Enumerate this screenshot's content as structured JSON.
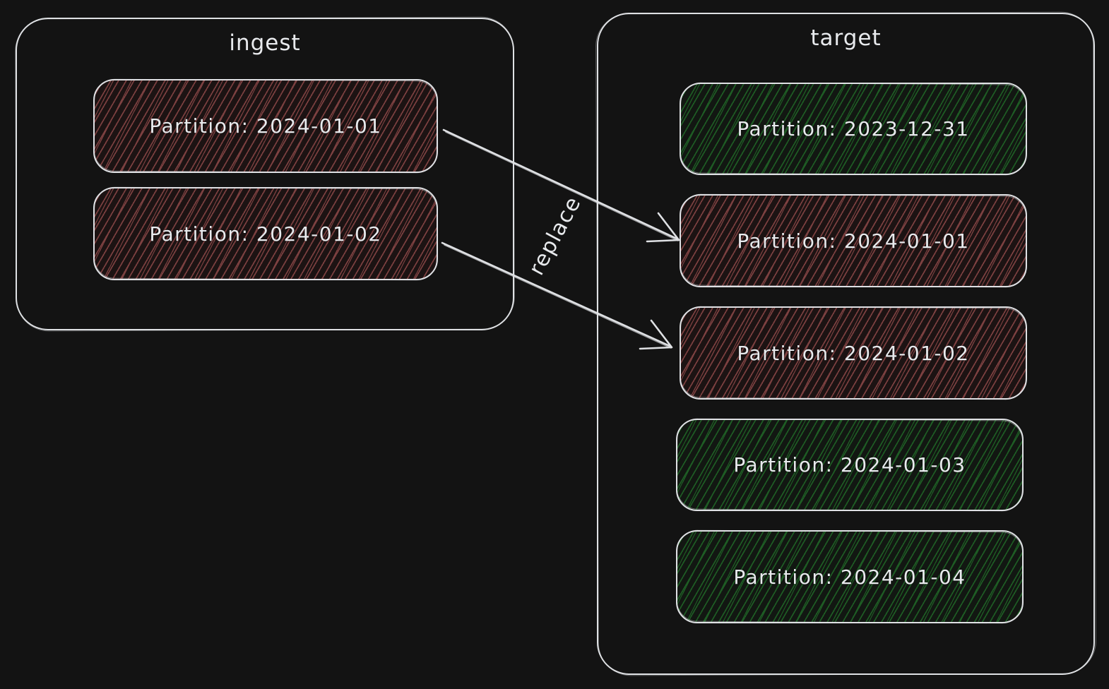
{
  "canvas": {
    "colors": {
      "background": "#131313",
      "stroke": "#dfe1e4",
      "text": "#e8eaed",
      "red_hatch": "#7c4040",
      "red_fill": "#1c1313",
      "green_hatch": "#1e5c24",
      "green_fill": "#121712"
    }
  },
  "groups": [
    {
      "title": "ingest",
      "partitions": [
        {
          "label": "Partition: 2024-01-01",
          "status": "red"
        },
        {
          "label": "Partition: 2024-01-02",
          "status": "red"
        }
      ]
    },
    {
      "title": "target",
      "partitions": [
        {
          "label": "Partition: 2023-12-31",
          "status": "green"
        },
        {
          "label": "Partition: 2024-01-01",
          "status": "red"
        },
        {
          "label": "Partition: 2024-01-02",
          "status": "red"
        },
        {
          "label": "Partition: 2024-01-03",
          "status": "green"
        },
        {
          "label": "Partition: 2024-01-04",
          "status": "green"
        }
      ]
    }
  ],
  "arrows": {
    "label": "replace"
  }
}
